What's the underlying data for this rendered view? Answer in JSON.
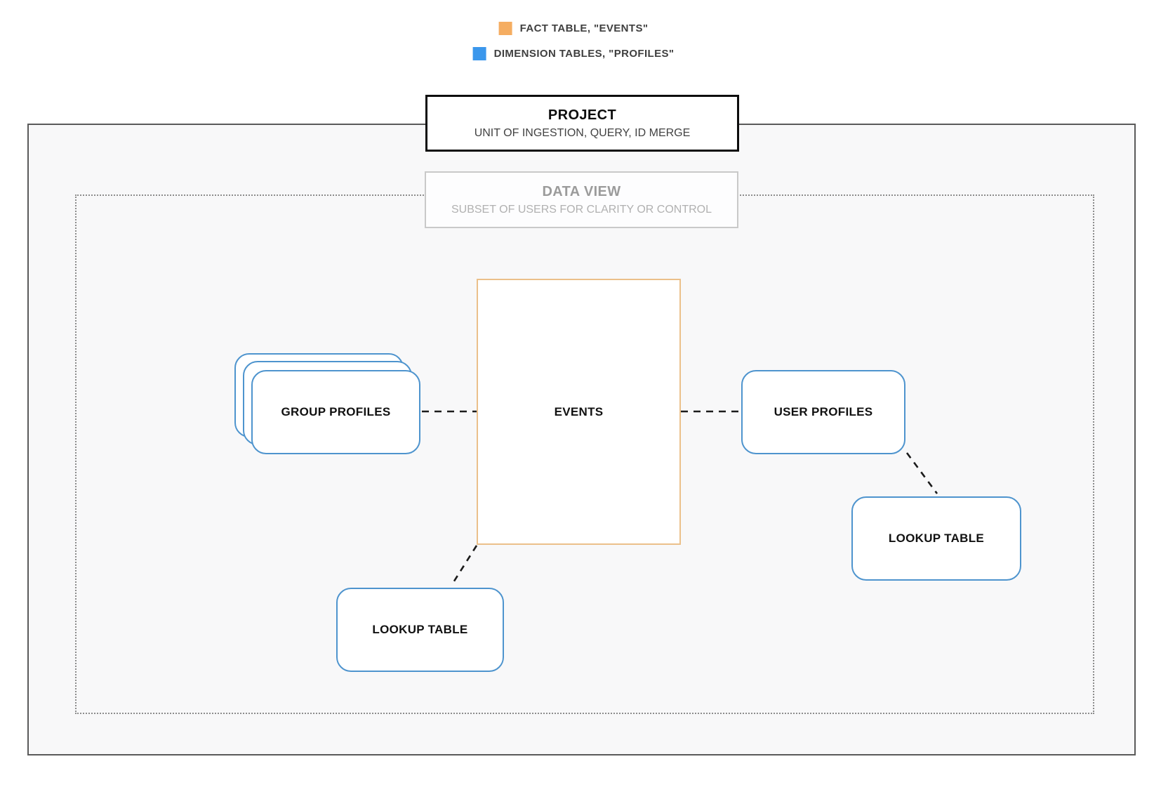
{
  "legend": {
    "items": [
      {
        "label": "FACT TABLE, \"EVENTS\"",
        "color": "#f5ad61"
      },
      {
        "label": "DIMENSION TABLES, \"PROFILES\"",
        "color": "#3b97ec"
      }
    ]
  },
  "project_box": {
    "title": "PROJECT",
    "subtitle": "UNIT OF INGESTION, QUERY, ID MERGE"
  },
  "data_view_box": {
    "title": "DATA VIEW",
    "subtitle": "SUBSET OF USERS FOR CLARITY OR CONTROL"
  },
  "nodes": {
    "events": {
      "label": "EVENTS",
      "border_color": "#ebc08a"
    },
    "group_profiles": {
      "label": "GROUP PROFILES",
      "border_color": "#4e94ce"
    },
    "user_profiles": {
      "label": "USER PROFILES",
      "border_color": "#4e94ce"
    },
    "lookup_table_bottom": {
      "label": "LOOKUP TABLE",
      "border_color": "#4e94ce"
    },
    "lookup_table_right": {
      "label": "LOOKUP TABLE",
      "border_color": "#4e94ce"
    }
  },
  "colors": {
    "fact_accent": "#f5ad61",
    "dimension_accent": "#3b97ec",
    "outer_border": "#5a5a5a",
    "dotted_border": "#8c8c8c",
    "connector": "#1c1c1c"
  }
}
